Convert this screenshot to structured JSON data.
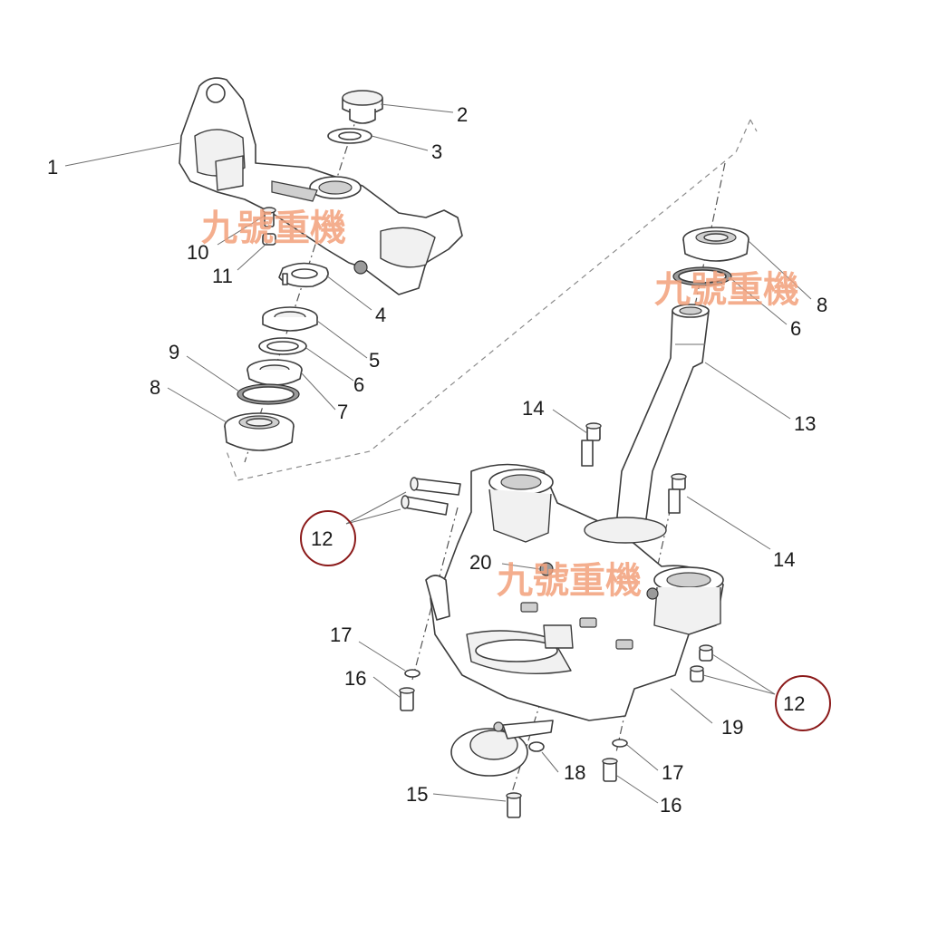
{
  "watermark": "九號重機",
  "callouts": {
    "c1": "1",
    "c2": "2",
    "c3": "3",
    "c4": "4",
    "c5": "5",
    "c6a": "6",
    "c7": "7",
    "c8a": "8",
    "c9": "9",
    "c10": "10",
    "c11": "11",
    "c8b": "8",
    "c6b": "6",
    "c13": "13",
    "c14a": "14",
    "c14b": "14",
    "c12a": "12",
    "c12b": "12",
    "c20": "20",
    "c17a": "17",
    "c16a": "16",
    "c19": "19",
    "c18": "18",
    "c17b": "17",
    "c16b": "16",
    "c15": "15"
  },
  "colors": {
    "line": "#3c3c3c",
    "watermark": "#f2a07a",
    "highlight_circle": "#8b1a1a"
  }
}
